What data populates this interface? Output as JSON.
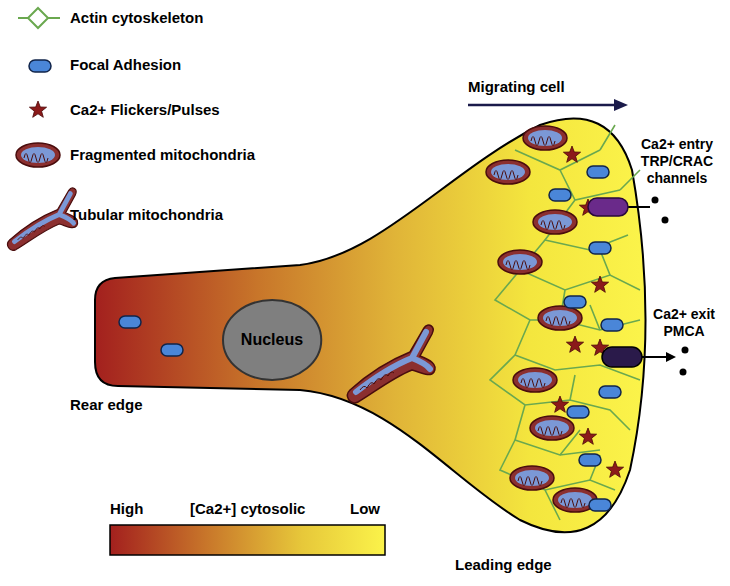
{
  "diagram": {
    "nodes": [
      {
        "text": [
          "Nucleus"
        ]
      }
    ],
    "edges": [],
    "labels": [
      "Migrating cell",
      "Ca2+ entry TRP/CRAC channels",
      "Ca2+ exit PMCA",
      "Rear edge",
      "Leading edge",
      "High",
      "[Ca2+] cytosolic",
      "Low"
    ],
    "legend": [
      {
        "text": "Actin cytoskeleton"
      },
      {
        "text": "Focal Adhesion"
      },
      {
        "text": "Ca2+ Flickers/Pulses"
      },
      {
        "text": "Fragmented mitochondria"
      },
      {
        "text": "Tubular mitochondria"
      }
    ]
  }
}
